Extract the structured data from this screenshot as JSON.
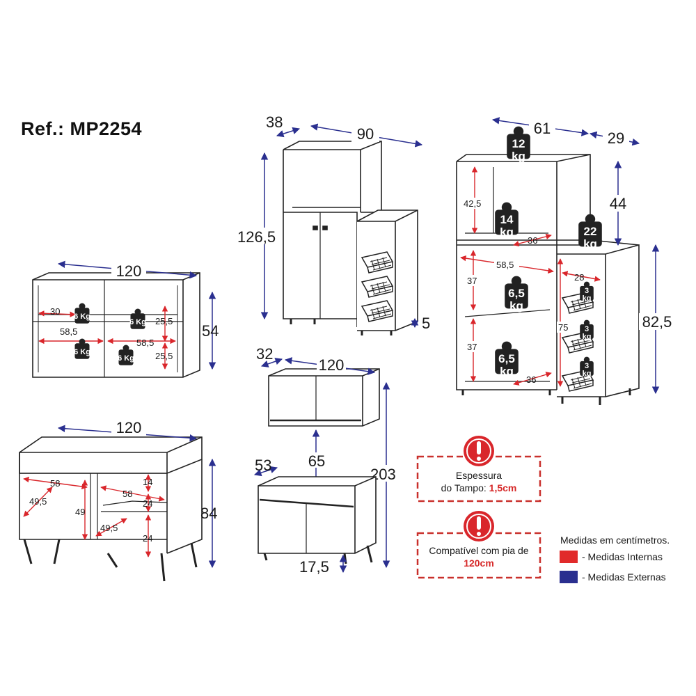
{
  "reference": "Ref.: MP2254",
  "colors": {
    "internal": "#d9262b",
    "external": "#2a2f8f",
    "line": "#1a1a1a",
    "note_border": "#c9302c"
  },
  "shelf_unit": {
    "width": "120",
    "height": "54",
    "internal": {
      "top_left": "30",
      "depth_left": "58,5",
      "depth_right": "58,5",
      "h_top": "25,5",
      "h_bottom": "25,5"
    },
    "loads": [
      "6 Kg",
      "6 Kg",
      "6 Kg",
      "6 Kg"
    ]
  },
  "base_cabinet": {
    "width": "120",
    "height": "84",
    "internal": {
      "d1": "58",
      "d2": "58",
      "w1": "49,5",
      "w2": "49,5",
      "h_left": "49",
      "h1": "14",
      "h2": "24",
      "h3": "24"
    }
  },
  "microwave_tower": {
    "depth": "38",
    "width": "90",
    "height": "126,5",
    "foot": "5"
  },
  "wall_cabinet": {
    "depth": "32",
    "width": "120",
    "gap": "65",
    "total_height": "203"
  },
  "sink_cabinet": {
    "depth": "53",
    "foot": "17,5"
  },
  "tall_unit": {
    "width": "61",
    "side_width": "29",
    "top_height": "44",
    "height": "82,5",
    "internal": {
      "top_h": "42,5",
      "top_d": "36",
      "mid_w": "58,5",
      "mid_h": "37",
      "low_h": "37",
      "low_d": "36",
      "basket_d": "28",
      "basket_h": "75"
    },
    "loads": {
      "top": [
        "12",
        "kg"
      ],
      "mid_top": [
        "14",
        "kg"
      ],
      "side_top": [
        "22",
        "kg"
      ],
      "mid": [
        "6,5",
        "kg"
      ],
      "low": [
        "6,5",
        "kg"
      ],
      "basket": [
        "3",
        "kg"
      ]
    }
  },
  "notes": {
    "thickness_line1": "Espessura",
    "thickness_line2": "do Tampo: ",
    "thickness_value": "1,5cm",
    "sink_line1": "Compatível com pia de",
    "sink_value": "120cm"
  },
  "legend": {
    "title": "Medidas em centímetros.",
    "internal": "- Medidas Internas",
    "external": "- Medidas Externas"
  }
}
